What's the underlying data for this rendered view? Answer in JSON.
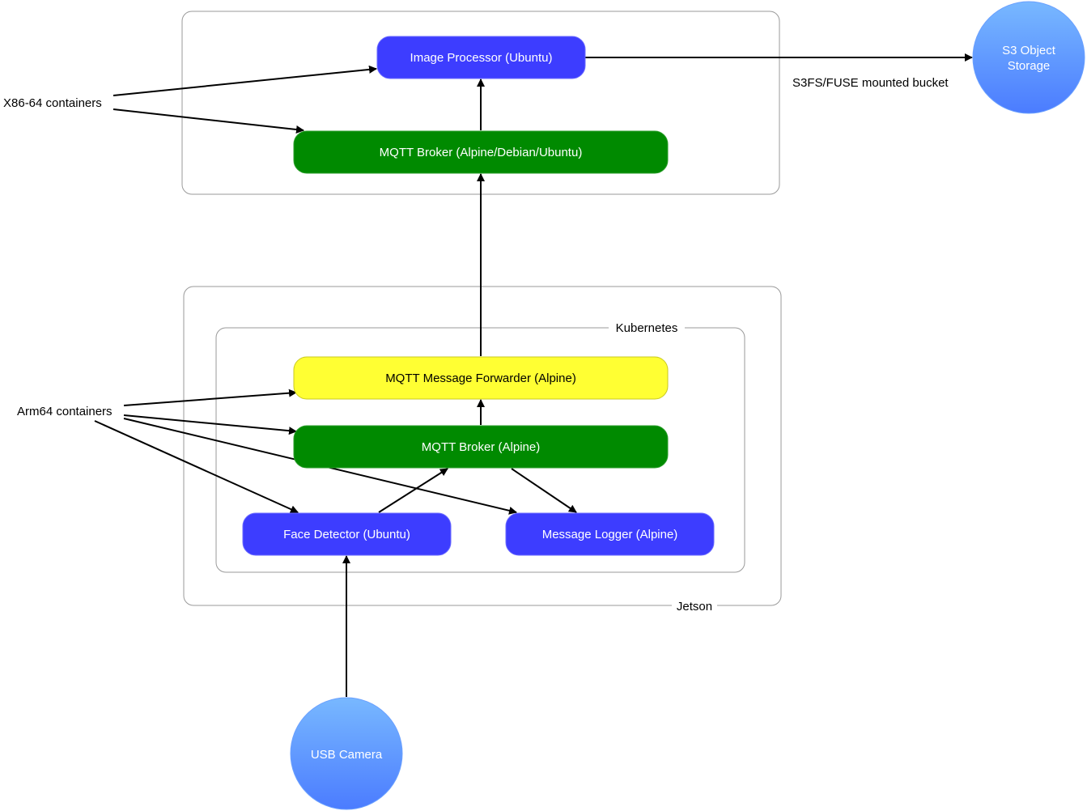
{
  "colors": {
    "blue_box": "#3d3dff",
    "green_box": "#008a00",
    "yellow_box": "#ffff33",
    "circle_top": "#78b8ff",
    "circle_bottom": "#4b7cff"
  },
  "nodes": {
    "image_processor": "Image Processor (Ubuntu)",
    "mqtt_broker_top": "MQTT Broker (Alpine/Debian/Ubuntu)",
    "mqtt_forwarder": "MQTT Message Forwarder (Alpine)",
    "mqtt_broker_alpine": "MQTT Broker (Alpine)",
    "face_detector": "Face Detector (Ubuntu)",
    "message_logger": "Message Logger (Alpine)",
    "usb_camera": "USB Camera",
    "s3_line1": "S3 Object",
    "s3_line2": "Storage"
  },
  "labels": {
    "x86": "X86-64 containers",
    "arm64": "Arm64 containers",
    "s3fs": "S3FS/FUSE mounted bucket",
    "kubernetes": "Kubernetes",
    "jetson": "Jetson"
  },
  "edges": [
    {
      "from": "x86-label",
      "to": "image-processor"
    },
    {
      "from": "x86-label",
      "to": "mqtt-broker-top"
    },
    {
      "from": "mqtt-broker-top",
      "to": "image-processor"
    },
    {
      "from": "image-processor",
      "to": "s3-object-storage"
    },
    {
      "from": "mqtt-forwarder",
      "to": "mqtt-broker-top"
    },
    {
      "from": "mqtt-broker-alpine",
      "to": "mqtt-forwarder"
    },
    {
      "from": "face-detector",
      "to": "mqtt-broker-alpine"
    },
    {
      "from": "mqtt-broker-alpine",
      "to": "message-logger"
    },
    {
      "from": "usb-camera",
      "to": "face-detector"
    },
    {
      "from": "arm64-label",
      "to": "mqtt-forwarder"
    },
    {
      "from": "arm64-label",
      "to": "mqtt-broker-alpine"
    },
    {
      "from": "arm64-label",
      "to": "face-detector"
    },
    {
      "from": "arm64-label",
      "to": "message-logger"
    }
  ]
}
